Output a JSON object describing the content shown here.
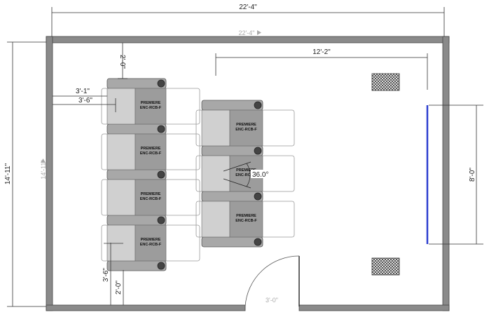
{
  "dimensions": {
    "overall_width": "22'-4\"",
    "overall_width_inner": "22'-4\"",
    "overall_depth": "14'-11\"",
    "overall_depth_inner": "14'-11\"",
    "screen_distance": "12'-2\"",
    "screen_width": "8'-0\"",
    "front_clearance": "2'-0\"",
    "side_clearance_1": "3'-1\"",
    "side_clearance_2": "3'-6\"",
    "rear_clearance_1": "3'-6\"",
    "rear_clearance_2": "2'-0\"",
    "door_width": "3'-0\"",
    "angle": "36.0°"
  },
  "seats": {
    "left_row": [
      {
        "line1": "PREMIERE",
        "line2": "ENC-RCB-F"
      },
      {
        "line1": "PREMIERE",
        "line2": "ENC-RCB-F"
      },
      {
        "line1": "PREMIERE",
        "line2": "ENC-RCB-F"
      },
      {
        "line1": "PREMIERE",
        "line2": "ENC-RCB-F"
      }
    ],
    "right_row": [
      {
        "line1": "PREMIERE",
        "line2": "ENC-RCB-F"
      },
      {
        "line1": "PREMIERE",
        "line2": "ENC-RCB-F"
      },
      {
        "line1": "PREMIERE",
        "line2": "ENC-RCB-F"
      }
    ]
  },
  "colors": {
    "wall": "#8a8a8a",
    "screen": "#2d3fd0",
    "seat_light": "#cfcfcf",
    "seat_dark": "#9c9c9c"
  }
}
